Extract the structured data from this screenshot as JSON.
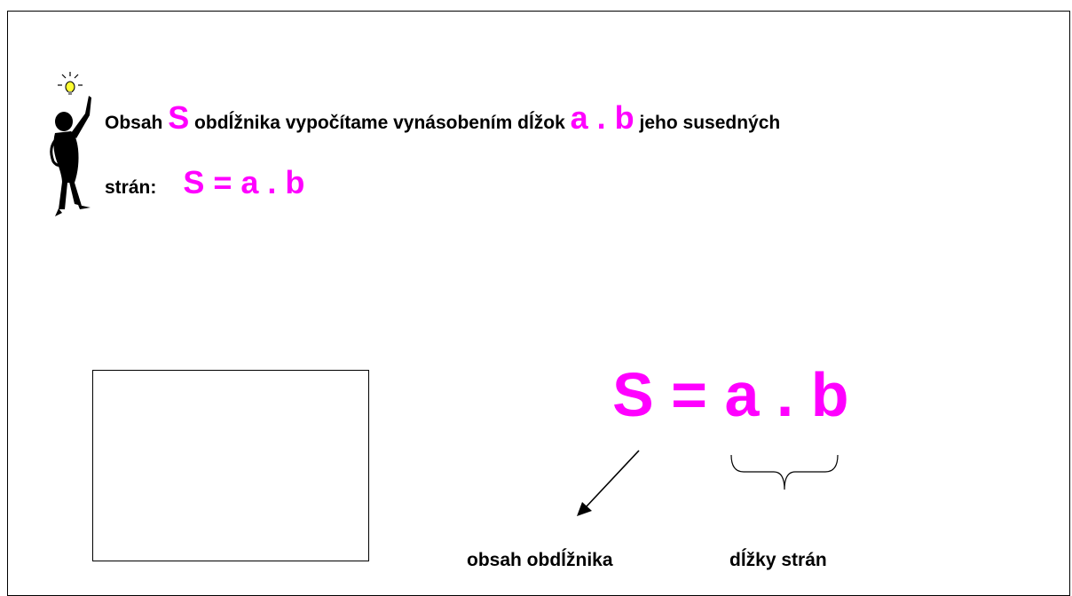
{
  "definition": {
    "line1": {
      "t1": "Obsah ",
      "s": "S",
      "t2": " obdĺžnika vypočítame vynásobením dĺžok ",
      "ab": "a . b",
      "t3": " jeho susedných"
    },
    "line2": {
      "t1": "strán:",
      "formula": "S = a . b"
    }
  },
  "main_formula": "S = a . b",
  "labels": {
    "area": "obsah   obdĺžnika",
    "sides": "dĺžky  strán"
  },
  "colors": {
    "accent": "#ff00ff",
    "text": "#000000",
    "bulb": "#ffff33"
  },
  "icons": {
    "thinker": "thinking-figure-with-lightbulb-icon",
    "arrow": "arrow-down-left-icon",
    "brace": "curly-brace-icon"
  }
}
